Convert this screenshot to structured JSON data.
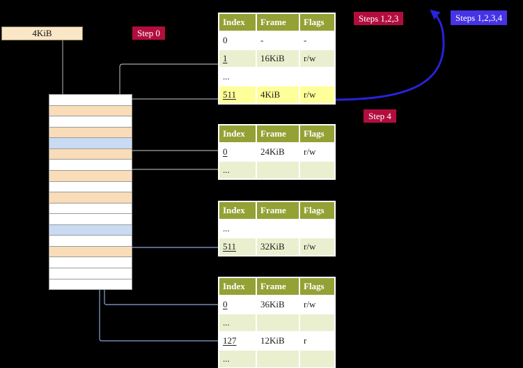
{
  "colors": {
    "background": "#000000",
    "crimson": "#b30d3e",
    "blue_badge": "#4733e6",
    "table_header": "#93a135",
    "row_white": "#ffffff",
    "row_green": "#eaf0cf",
    "row_yellow": "#ffff99",
    "frame_box": "#f9e7c8",
    "strip_peach": "#f9dcb8",
    "strip_blue": "#c9dbf3",
    "arrow_gray": "#a6a6a6",
    "arrow_gray_head": "#5a5a5a",
    "arrow_dark_head": "#333333",
    "arrow_blue_light": "#88a7d6",
    "arrow_blue_big": "#2a22dd"
  },
  "labels": {
    "root_frame": "4KiB",
    "step0": "Step 0",
    "steps123": "Steps 1,2,3",
    "steps1234": "Steps 1,2,3,4",
    "step4": "Step 4"
  },
  "tables": [
    {
      "id": "level-4",
      "headers": [
        "Index",
        "Frame",
        "Flags"
      ],
      "rows": [
        {
          "index": "0",
          "frame": "-",
          "flags": "-",
          "bg": "white",
          "underline": false
        },
        {
          "index": "1",
          "frame": "16KiB",
          "flags": "r/w",
          "bg": "green",
          "underline": true
        },
        {
          "index": "...",
          "frame": "",
          "flags": "",
          "bg": "white",
          "underline": false
        },
        {
          "index": "511",
          "frame": "4KiB",
          "flags": "r/w",
          "bg": "yellow",
          "underline": true
        }
      ]
    },
    {
      "id": "level-3",
      "headers": [
        "Index",
        "Frame",
        "Flags"
      ],
      "rows": [
        {
          "index": "0",
          "frame": "24KiB",
          "flags": "r/w",
          "bg": "white",
          "underline": true
        },
        {
          "index": "...",
          "frame": "",
          "flags": "",
          "bg": "green",
          "underline": false
        }
      ]
    },
    {
      "id": "level-2",
      "headers": [
        "Index",
        "Frame",
        "Flags"
      ],
      "rows": [
        {
          "index": "...",
          "frame": "",
          "flags": "",
          "bg": "white",
          "underline": false
        },
        {
          "index": "511",
          "frame": "32KiB",
          "flags": "r/w",
          "bg": "green",
          "underline": true
        }
      ]
    },
    {
      "id": "level-1",
      "headers": [
        "Index",
        "Frame",
        "Flags"
      ],
      "rows": [
        {
          "index": "0",
          "frame": "36KiB",
          "flags": "r/w",
          "bg": "white",
          "underline": true
        },
        {
          "index": "...",
          "frame": "",
          "flags": "",
          "bg": "green",
          "underline": false
        },
        {
          "index": "127",
          "frame": "12KiB",
          "flags": "r",
          "bg": "white",
          "underline": true
        },
        {
          "index": "...",
          "frame": "",
          "flags": "",
          "bg": "green",
          "underline": false
        }
      ]
    }
  ],
  "memory_strip": {
    "rows": [
      "white",
      "peach",
      "white",
      "peach",
      "blue",
      "peach",
      "white",
      "peach",
      "white",
      "peach",
      "white",
      "white",
      "blue",
      "white",
      "peach",
      "white",
      "white",
      "white"
    ]
  }
}
